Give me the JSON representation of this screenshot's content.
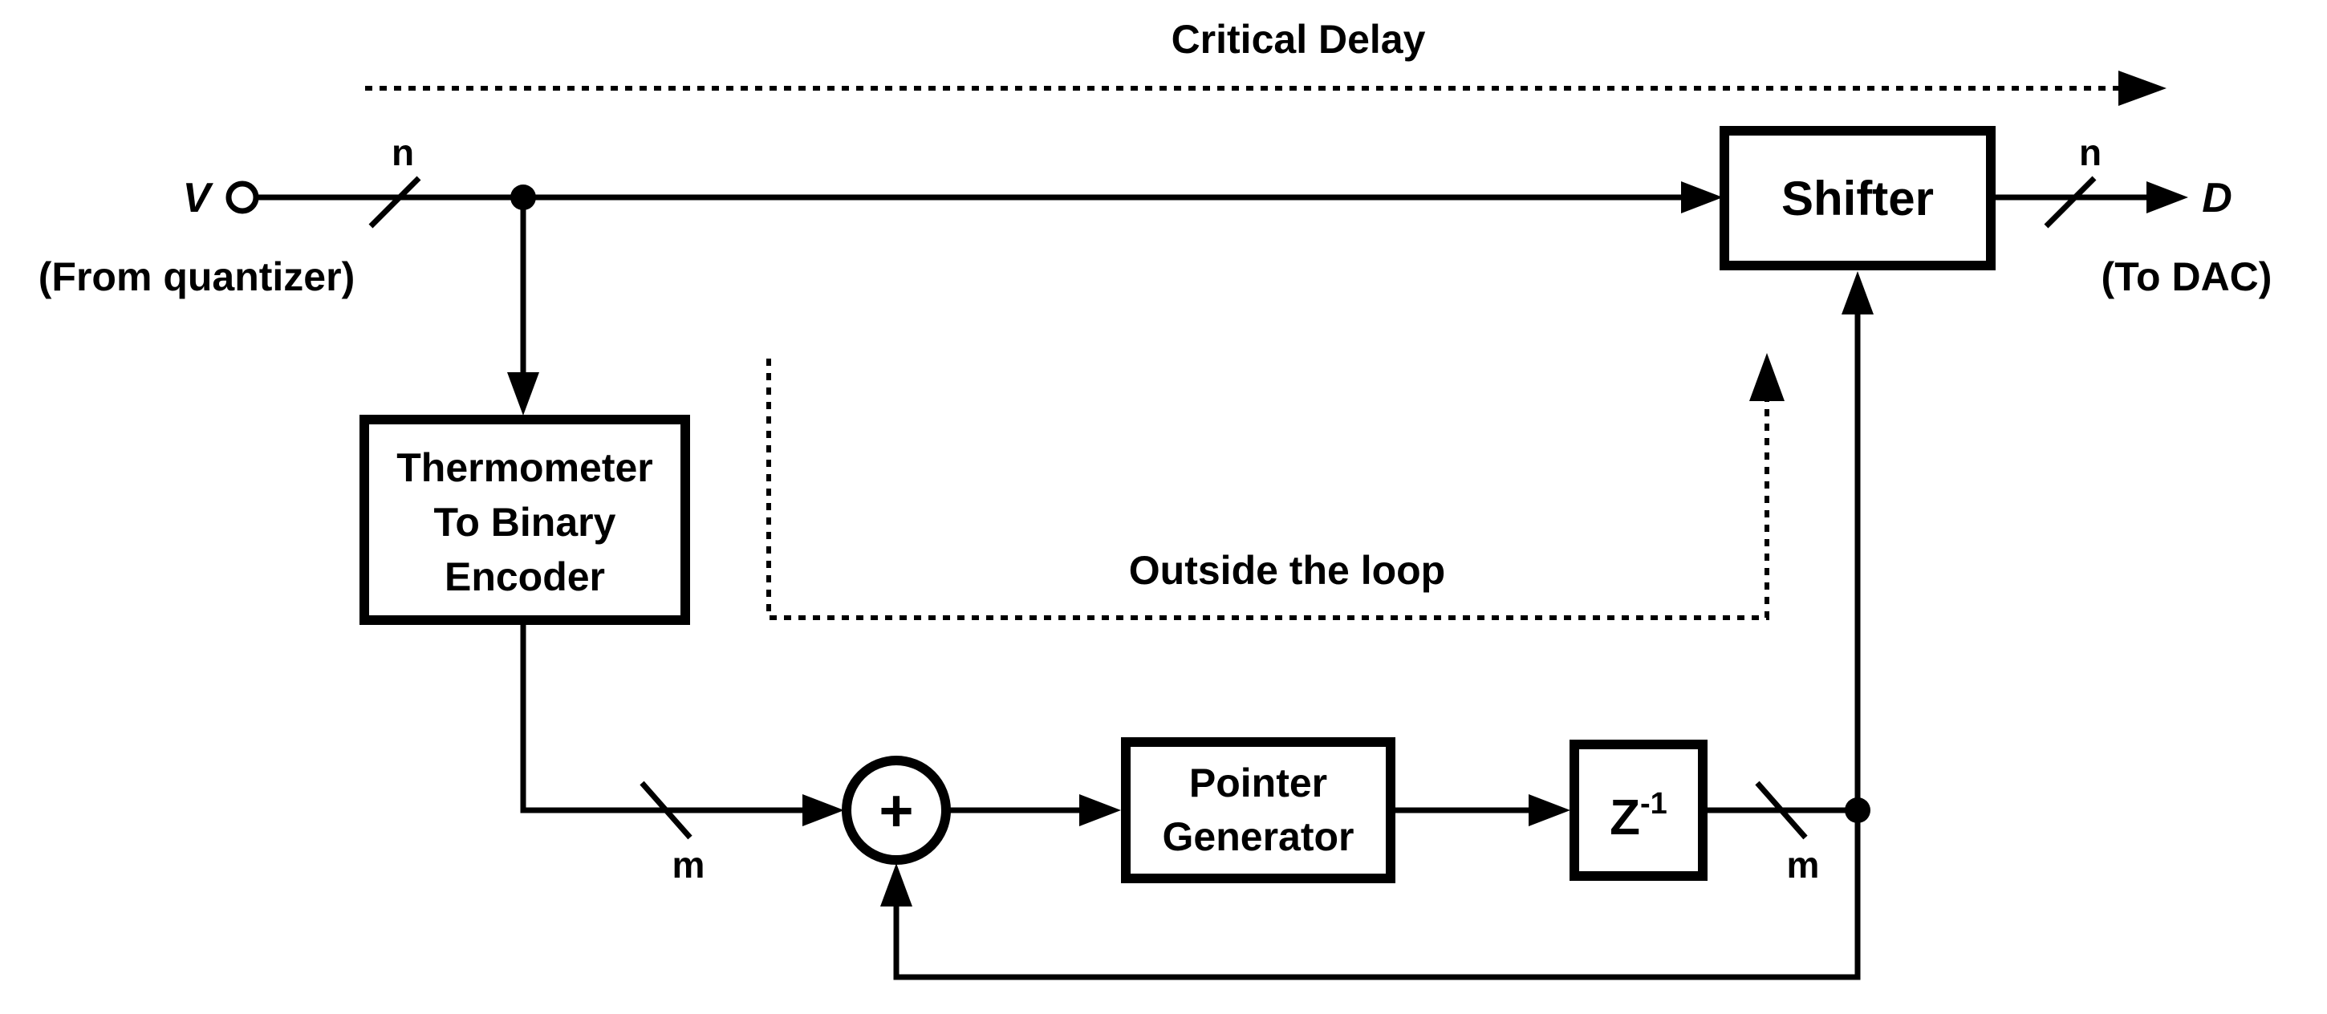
{
  "annotations": {
    "critical_delay": "Critical Delay",
    "outside_loop": "Outside the loop"
  },
  "ports": {
    "input_symbol": "V",
    "input_source": "(From quantizer)",
    "output_symbol": "D",
    "output_destination": "(To DAC)"
  },
  "blocks": {
    "shifter": "Shifter",
    "encoder_line1": "Thermometer",
    "encoder_line2": "To Binary",
    "encoder_line3": "Encoder",
    "adder_symbol": "+",
    "pointer_line1": "Pointer",
    "pointer_line2": "Generator",
    "delay_base": "Z",
    "delay_exponent": "-1"
  },
  "bus_widths": {
    "input_bus": "n",
    "output_bus": "n",
    "encoder_bus": "m",
    "feedback_bus": "m"
  }
}
